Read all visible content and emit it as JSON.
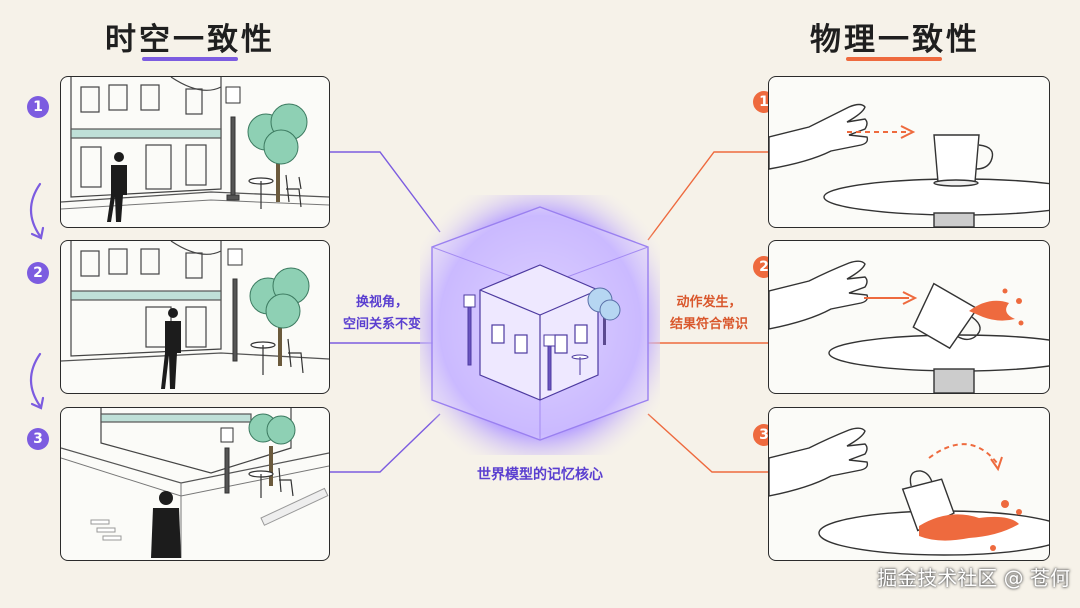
{
  "left": {
    "title": "时空一致性",
    "color": "#7c5ce0",
    "caption_line1": "换视角，",
    "caption_line2": "空间关系不变",
    "steps": [
      "1",
      "2",
      "3"
    ]
  },
  "right": {
    "title": "物理一致性",
    "color": "#ee6a3e",
    "caption_line1": "动作发生，",
    "caption_line2": "结果符合常识",
    "steps": [
      "1",
      "2",
      "3"
    ]
  },
  "center": {
    "label": "世界模型的记忆核心",
    "accent": "#a98cff"
  },
  "watermark": "掘金技术社区 @ 苍何"
}
